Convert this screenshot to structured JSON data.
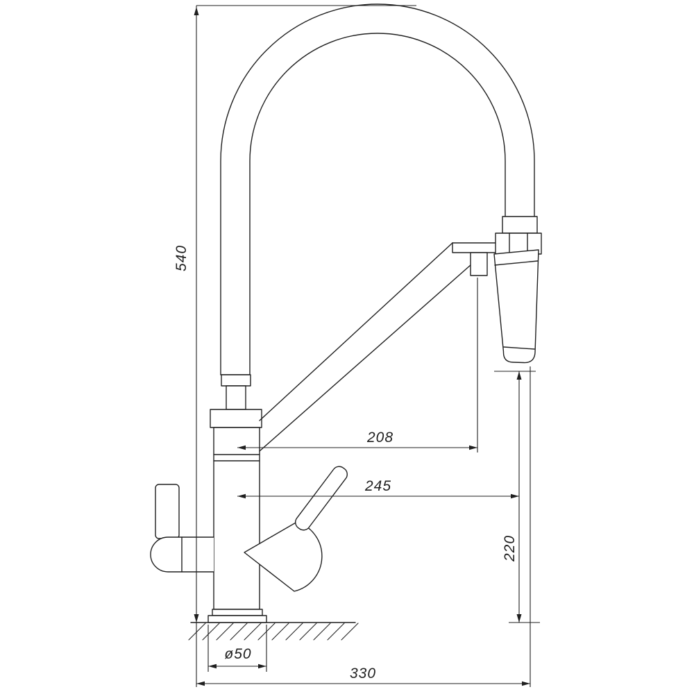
{
  "background_color": "#ffffff",
  "line_color": "#1f1f1f",
  "drawing": {
    "subject": "kitchen-faucet-dimension-drawing",
    "labels": {
      "total_height": "540",
      "spout_reach": "208",
      "max_reach": "245",
      "spray_clearance": "220",
      "base_diameter": "ø50",
      "total_depth": "330"
    }
  }
}
